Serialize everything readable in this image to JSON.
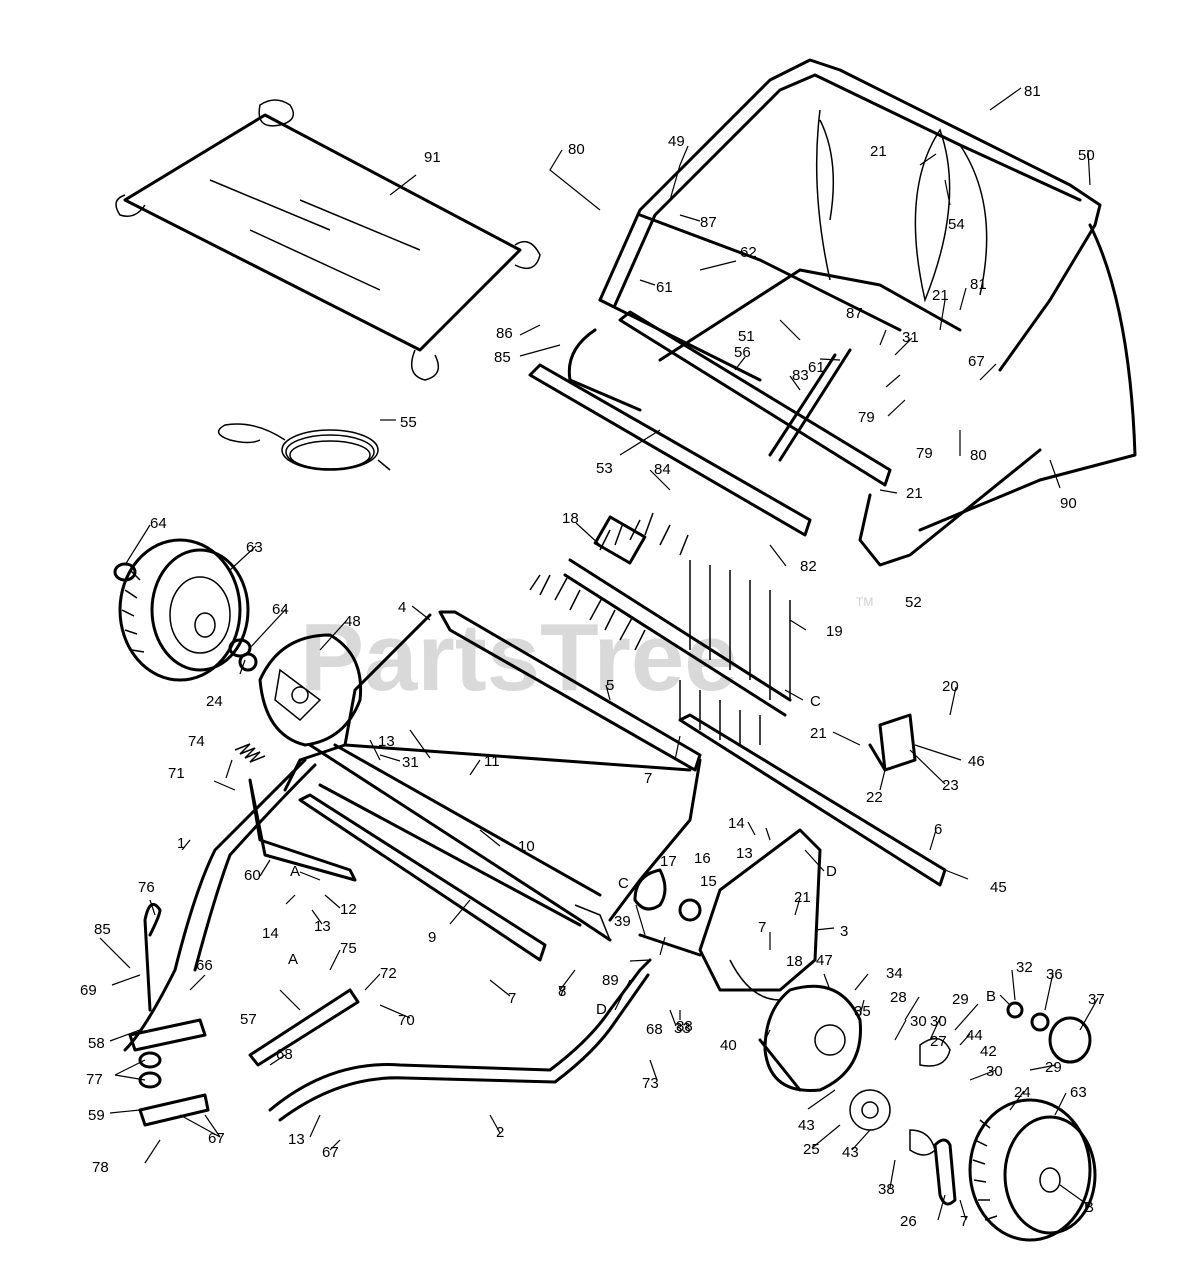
{
  "watermark": {
    "text": "PartsTree",
    "trademark": "TM"
  },
  "callouts": [
    "1",
    "2",
    "3",
    "4",
    "5",
    "6",
    "7",
    "7",
    "7",
    "7",
    "7",
    "8",
    "9",
    "10",
    "11",
    "12",
    "13",
    "13",
    "13",
    "13",
    "14",
    "14",
    "15",
    "16",
    "17",
    "18",
    "18",
    "19",
    "20",
    "21",
    "21",
    "21",
    "21",
    "21",
    "22",
    "23",
    "24",
    "24",
    "25",
    "26",
    "27",
    "28",
    "29",
    "29",
    "30",
    "30",
    "30",
    "31",
    "31",
    "32",
    "33",
    "34",
    "35",
    "36",
    "37",
    "38",
    "39",
    "40",
    "42",
    "43",
    "43",
    "44",
    "45",
    "46",
    "47",
    "48",
    "49",
    "50",
    "51",
    "52",
    "53",
    "54",
    "55",
    "56",
    "57",
    "58",
    "59",
    "60",
    "61",
    "61",
    "62",
    "63",
    "63",
    "64",
    "64",
    "66",
    "67",
    "67",
    "67",
    "68",
    "68",
    "69",
    "70",
    "71",
    "72",
    "73",
    "74",
    "75",
    "76",
    "77",
    "78",
    "79",
    "79",
    "80",
    "80",
    "81",
    "81",
    "82",
    "83",
    "84",
    "85",
    "85",
    "86",
    "87",
    "87",
    "88",
    "89",
    "90",
    "91",
    "A",
    "A",
    "B",
    "B",
    "C",
    "C",
    "D",
    "D"
  ]
}
